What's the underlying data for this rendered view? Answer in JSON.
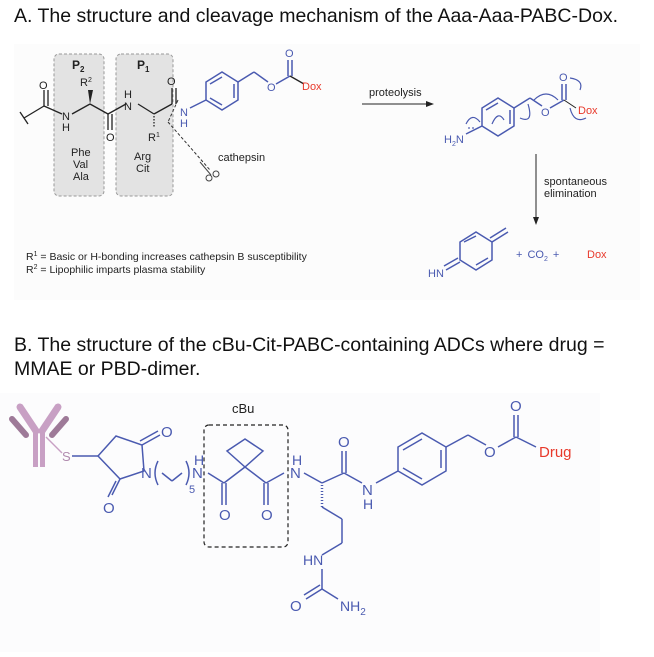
{
  "panel_a": {
    "title": "A. The structure and cleavage mechanism of the Aaa-Aaa-PABC-Dox.",
    "p2_label": "P",
    "p2_sub": "2",
    "p1_label": "P",
    "p1_sub": "1",
    "r2_label": "R",
    "r2_sup": "2",
    "r1_label": "R",
    "r1_sup": "1",
    "p2_residues": [
      "Phe",
      "Val",
      "Ala"
    ],
    "p1_residues": [
      "Arg",
      "Cit"
    ],
    "atoms": {
      "O": "O",
      "N": "N",
      "H": "H",
      "H2N": "H",
      "H2N_sub": "2",
      "H2N_N": "N",
      "HN": "HN"
    },
    "dox": "Dox",
    "cathepsin": "cathepsin",
    "proteolysis": "proteolysis",
    "spontaneous": "spontaneous",
    "elimination": "elimination",
    "note_r1_label": "R",
    "note_r1_sup": "1",
    "note_r1_text": " = Basic or H-bonding increases cathepsin B susceptibility",
    "note_r2_label": "R",
    "note_r2_sup": "2",
    "note_r2_text": " = Lipophilic imparts plasma stability",
    "products": {
      "plus1": "+",
      "co": "CO",
      "co_sub": "2",
      "plus2": "+",
      "dox": "Dox"
    }
  },
  "panel_b": {
    "title": "B. The structure of the cBu-Cit-PABC-containing ADCs where drug = MMAE or PBD-dimer.",
    "cbu_label": "cBu",
    "s_atom": "S",
    "n_atom": "N",
    "o_atom": "O",
    "h_atom": "H",
    "subscript_5": "5",
    "hn": "HN",
    "nh": "NH",
    "nh2_sub": "2",
    "drug": "Drug"
  },
  "colors": {
    "structure_blue": "#4a5ab0",
    "drug_red": "#e8392b",
    "antibody_pink": "#c8a0c4",
    "antibody_dark": "#9e7a98",
    "box_gray": "#e3e3e3"
  }
}
